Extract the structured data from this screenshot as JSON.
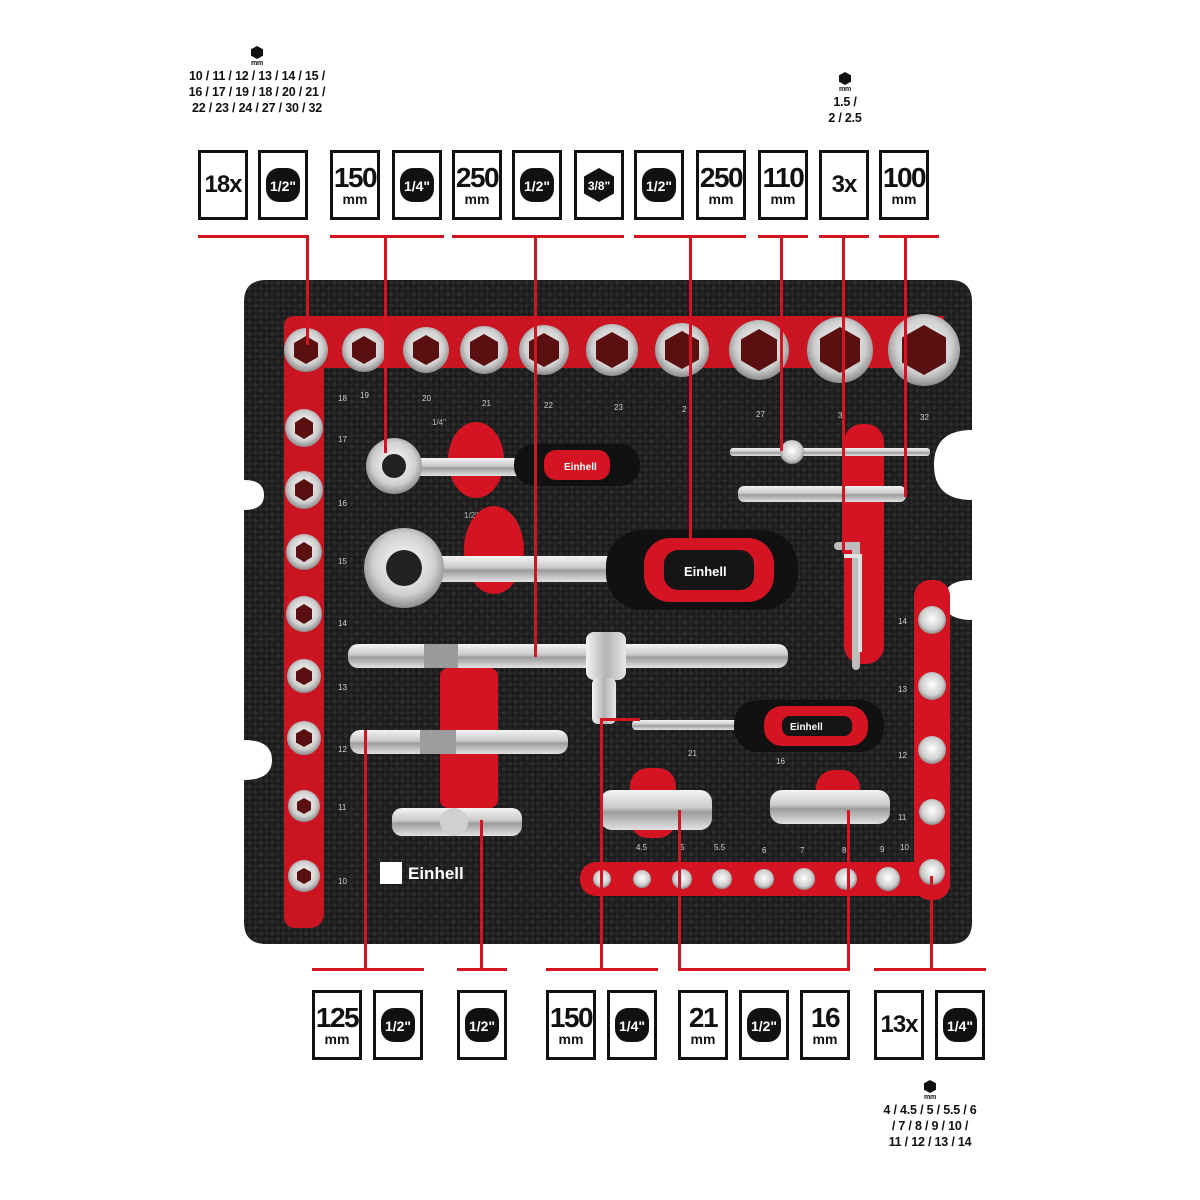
{
  "top_left_sizes": {
    "unit": "mm",
    "lines": [
      "10 / 11 / 12 / 13 / 14 / 15 /",
      "16 / 17 / 19 / 18 / 20 / 21 /",
      "22 / 23 / 24 / 27 / 30 / 32"
    ]
  },
  "top_right_sizes": {
    "unit": "mm",
    "lines": [
      "1.5 /",
      "2 / 2.5"
    ]
  },
  "bottom_right_sizes": {
    "unit": "mm",
    "lines": [
      "4 / 4.5 / 5 / 5.5 / 6",
      "/ 7 / 8 / 9 / 10 /",
      "11 / 12 / 13 / 14"
    ]
  },
  "top_specs": {
    "sockets_count": "18x",
    "sockets_drive": "1/2\"",
    "ratchet_small_length": "150",
    "ratchet_small_unit": "mm",
    "ratchet_small_drive": "1/4\"",
    "tbar_length": "250",
    "tbar_unit": "mm",
    "tbar_drive": "1/2\"",
    "adapter_drive": "3/8\"",
    "ratchet_large_drive": "1/2\"",
    "ratchet_large_length": "250",
    "ratchet_large_unit": "mm",
    "spinner_length": "110",
    "spinner_unit": "mm",
    "hex_keys_count": "3x",
    "ext_small_length": "100",
    "ext_small_unit": "mm"
  },
  "bottom_specs": {
    "extension_length": "125",
    "extension_unit": "mm",
    "extension_drive": "1/2\"",
    "ujoint_drive": "1/2\"",
    "screwdriver_length": "150",
    "screwdriver_unit": "mm",
    "screwdriver_drive": "1/4\"",
    "spark_plug_a": "21",
    "spark_plug_a_unit": "mm",
    "spark_plug_drive": "1/2\"",
    "spark_plug_b": "16",
    "spark_plug_b_unit": "mm",
    "small_sockets_count": "13x",
    "small_sockets_drive": "1/4\""
  },
  "tray": {
    "brand": "Einhell",
    "drive_labels": [
      "1/4\"",
      "1/2\""
    ],
    "top_row_labels": [
      "18",
      "19",
      "20",
      "21",
      "22",
      "23",
      "2",
      "27",
      "3",
      "32"
    ],
    "left_column_labels": [
      "17",
      "16",
      "15",
      "14",
      "13",
      "12",
      "11",
      "10"
    ],
    "right_column_labels": [
      "14",
      "13",
      "12",
      "11",
      "10"
    ],
    "bottom_row_labels": [
      "4.5",
      "5",
      "5.5",
      "6",
      "7",
      "8",
      "9"
    ],
    "spark_labels": [
      "21",
      "16"
    ]
  },
  "colors": {
    "accent": "#d41422",
    "foam": "#1c1c1c",
    "frame": "#111111"
  }
}
